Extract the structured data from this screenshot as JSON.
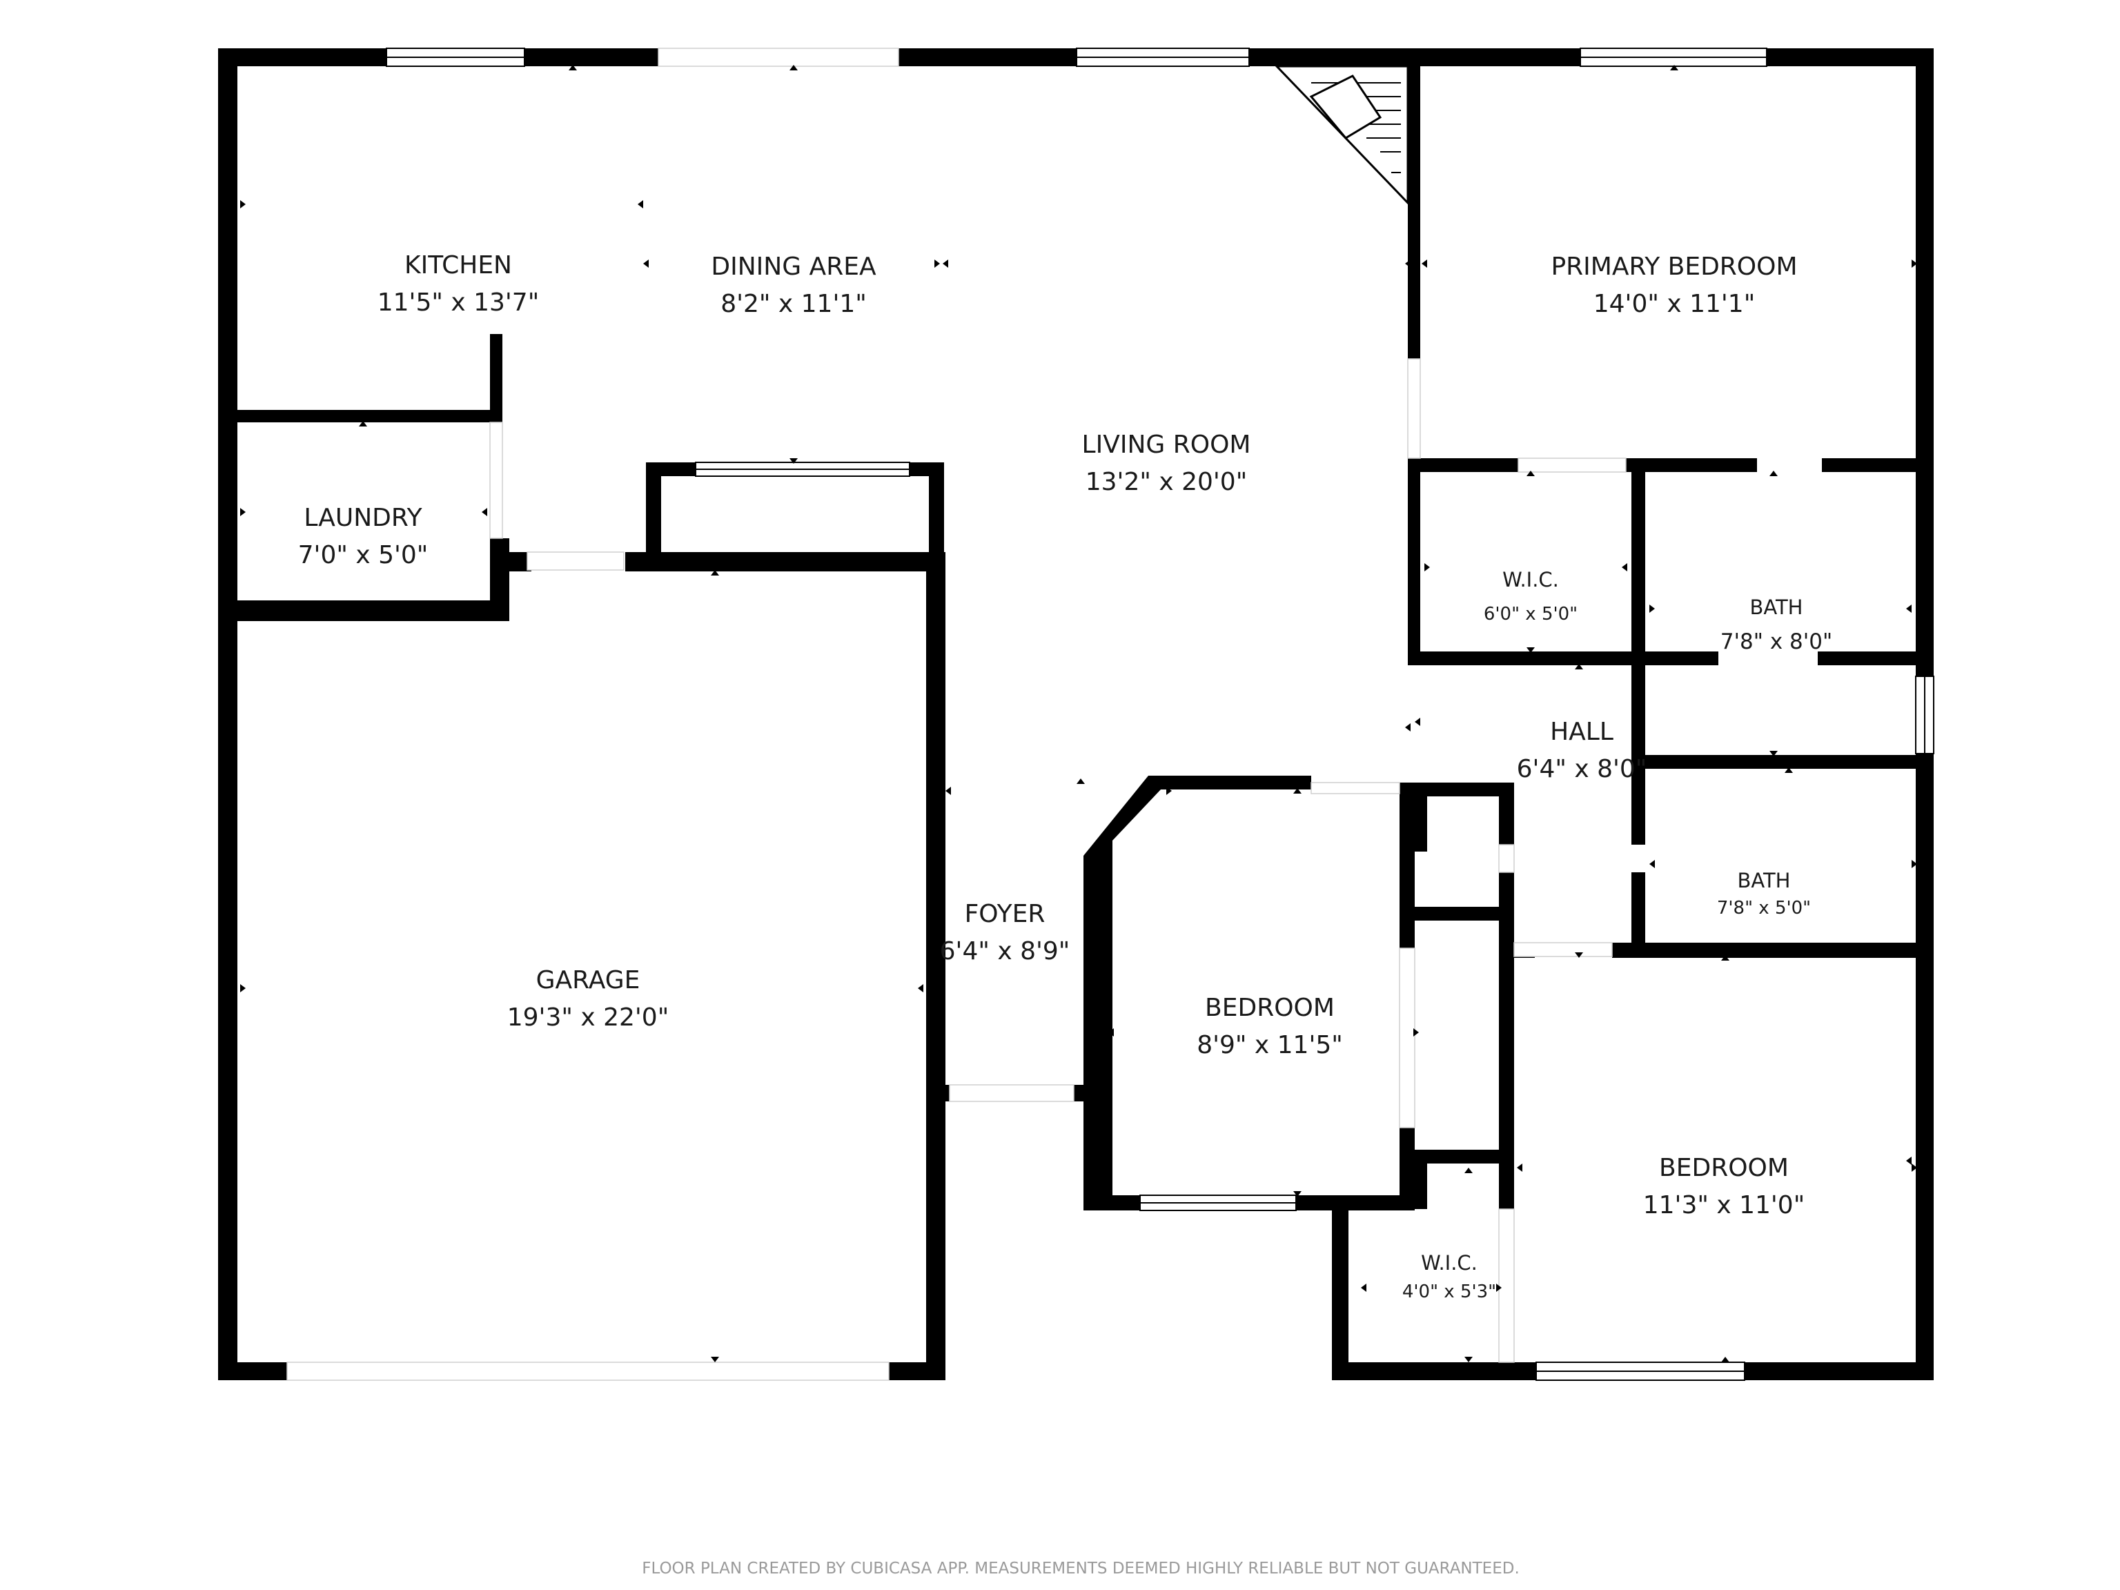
{
  "rooms": {
    "kitchen": {
      "name": "KITCHEN",
      "dims": "11'5\" x 13'7\""
    },
    "dining": {
      "name": "DINING AREA",
      "dims": "8'2\" x 11'1\""
    },
    "living": {
      "name": "LIVING ROOM",
      "dims": "13'2\" x 20'0\""
    },
    "primary_bedroom": {
      "name": "PRIMARY BEDROOM",
      "dims": "14'0\" x 11'1\""
    },
    "laundry": {
      "name": "LAUNDRY",
      "dims": "7'0\" x 5'0\""
    },
    "wic_primary": {
      "name": "W.I.C.",
      "dims": "6'0\" x 5'0\""
    },
    "bath_primary": {
      "name": "BATH",
      "dims": "7'8\" x 8'0\""
    },
    "hall": {
      "name": "HALL",
      "dims": "6'4\" x 8'0\""
    },
    "garage": {
      "name": "GARAGE",
      "dims": "19'3\" x 22'0\""
    },
    "foyer": {
      "name": "FOYER",
      "dims": "6'4\" x 8'9\""
    },
    "bedroom_2": {
      "name": "BEDROOM",
      "dims": "8'9\" x 11'5\""
    },
    "bath_2": {
      "name": "BATH",
      "dims": "7'8\" x 5'0\""
    },
    "bedroom_3": {
      "name": "BEDROOM",
      "dims": "11'3\" x 11'0\""
    },
    "wic_small": {
      "name": "W.I.C.",
      "dims": "4'0\" x 5'3\""
    }
  },
  "footer": "FLOOR PLAN CREATED BY CUBICASA APP. MEASUREMENTS DEEMED HIGHLY RELIABLE BUT NOT GUARANTEED.",
  "colors": {
    "wall": "#000000",
    "background": "#ffffff",
    "footer_text": "#9a9a9a"
  }
}
